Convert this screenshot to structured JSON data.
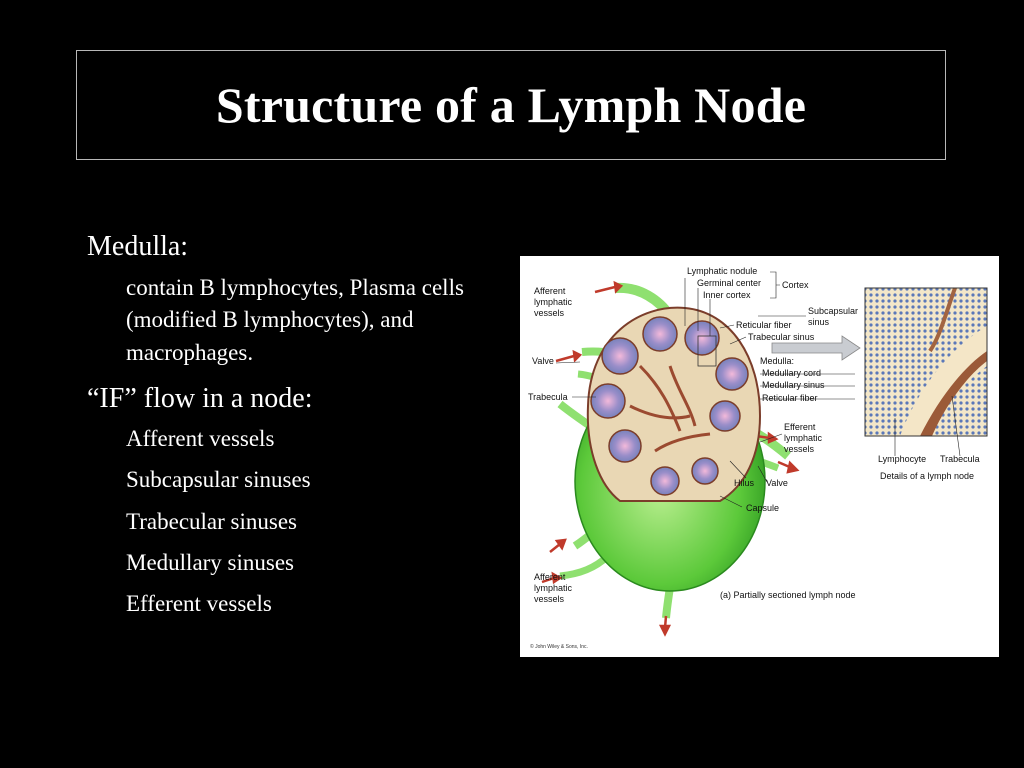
{
  "slide": {
    "title": "Structure of a Lymph Node",
    "medulla_heading": "Medulla:",
    "medulla_text": "contain B lymphocytes, Plasma cells (modified B lymphocytes), and macrophages.",
    "flow_heading": "“IF” flow in a node:",
    "flow_items": [
      "Afferent vessels",
      "Subcapsular sinuses",
      "Trabecular sinuses",
      "Medullary sinuses",
      "Efferent vessels"
    ]
  },
  "figure": {
    "labels": {
      "lymphatic_nodule": "Lymphatic nodule",
      "germinal_center": "Germinal center",
      "inner_cortex": "Inner cortex",
      "cortex": "Cortex",
      "afferent_top_1": "Afferent",
      "afferent_top_2": "lymphatic",
      "afferent_top_3": "vessels",
      "subcapsular_1": "Subcapsular",
      "subcapsular_2": "sinus",
      "reticular_fiber_1": "Reticular fiber",
      "trabecular_sinus": "Trabecular sinus",
      "valve_left": "Valve",
      "medulla": "Medulla:",
      "medullary_cord": "Medullary cord",
      "medullary_sinus": "Medullary sinus",
      "reticular_fiber_2": "Reticular fiber",
      "trabecula_left": "Trabecula",
      "efferent_1": "Efferent",
      "efferent_2": "lymphatic",
      "efferent_3": "vessels",
      "hilus": "Hilus",
      "valve_bottom": "Valve",
      "capsule": "Capsule",
      "afferent_bottom_1": "Afferent",
      "afferent_bottom_2": "lymphatic",
      "afferent_bottom_3": "vessels",
      "caption_a": "(a) Partially sectioned lymph node",
      "lymphocyte": "Lymphocyte",
      "trabecula_right": "Trabecula",
      "details": "Details of a lymph node",
      "copyright": "© John Wiley & Sons, Inc."
    }
  }
}
